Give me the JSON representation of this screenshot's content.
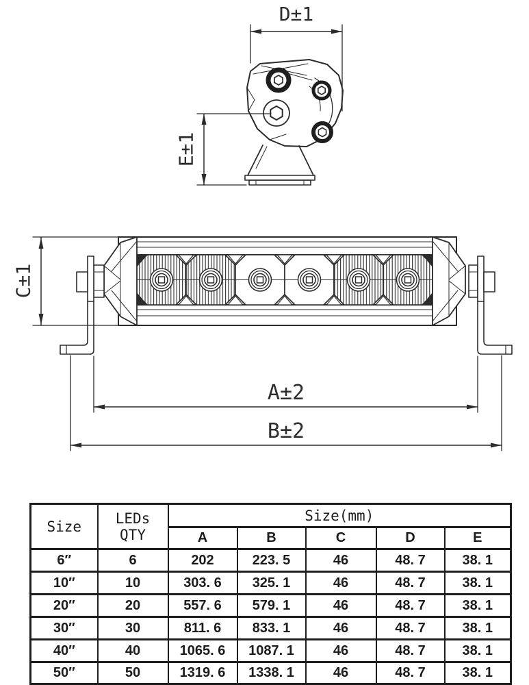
{
  "colors": {
    "line": "#2b2b2b",
    "background": "#ffffff"
  },
  "drawing": {
    "dim_d_label": "D±1",
    "dim_e_label": "E±1",
    "dim_c_label": "C±1",
    "dim_a_label": "A±2",
    "dim_b_label": "B±2",
    "led_count_shown": 6
  },
  "table": {
    "header": {
      "size": "Size",
      "leds_qty": "LEDs QTY",
      "size_mm": "Size(mm)",
      "dim_cols": [
        "A",
        "B",
        "C",
        "D",
        "E"
      ]
    },
    "rows": [
      {
        "size": "6″",
        "qty": "6",
        "a": "202",
        "b": "223. 5",
        "c": "46",
        "d": "48. 7",
        "e": "38. 1"
      },
      {
        "size": "10″",
        "qty": "10",
        "a": "303. 6",
        "b": "325. 1",
        "c": "46",
        "d": "48. 7",
        "e": "38. 1"
      },
      {
        "size": "20″",
        "qty": "20",
        "a": "557. 6",
        "b": "579. 1",
        "c": "46",
        "d": "48. 7",
        "e": "38. 1"
      },
      {
        "size": "30″",
        "qty": "30",
        "a": "811. 6",
        "b": "833. 1",
        "c": "46",
        "d": "48. 7",
        "e": "38. 1"
      },
      {
        "size": "40″",
        "qty": "40",
        "a": "1065. 6",
        "b": "1087. 1",
        "c": "46",
        "d": "48. 7",
        "e": "38. 1"
      },
      {
        "size": "50″",
        "qty": "50",
        "a": "1319. 6",
        "b": "1338. 1",
        "c": "46",
        "d": "48. 7",
        "e": "38. 1"
      }
    ]
  }
}
